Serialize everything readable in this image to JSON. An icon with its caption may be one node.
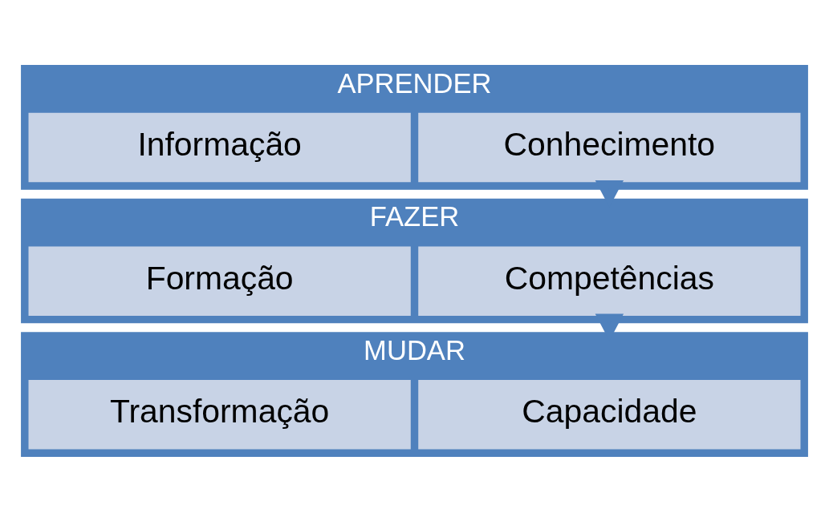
{
  "diagram": {
    "nodes": [
      {
        "text": [
          "APRENDER"
        ]
      },
      {
        "text": [
          "Conhecimento"
        ],
        "in": 0
      },
      {
        "text": [
          "Informação"
        ],
        "in": 0
      },
      {
        "text": [
          "FAZER"
        ]
      },
      {
        "text": [
          "Competências"
        ],
        "in": 3
      },
      {
        "text": [
          "Formação"
        ],
        "in": 3
      },
      {
        "text": [
          "MUDAR"
        ]
      },
      {
        "text": [
          "Capacidade"
        ],
        "in": 6
      },
      {
        "text": [
          "Transformação"
        ],
        "in": 6
      }
    ],
    "edges": [
      {
        "from": 0,
        "to": 3,
        "arrow": "to"
      },
      {
        "from": 3,
        "to": 6,
        "arrow": "to"
      }
    ]
  }
}
